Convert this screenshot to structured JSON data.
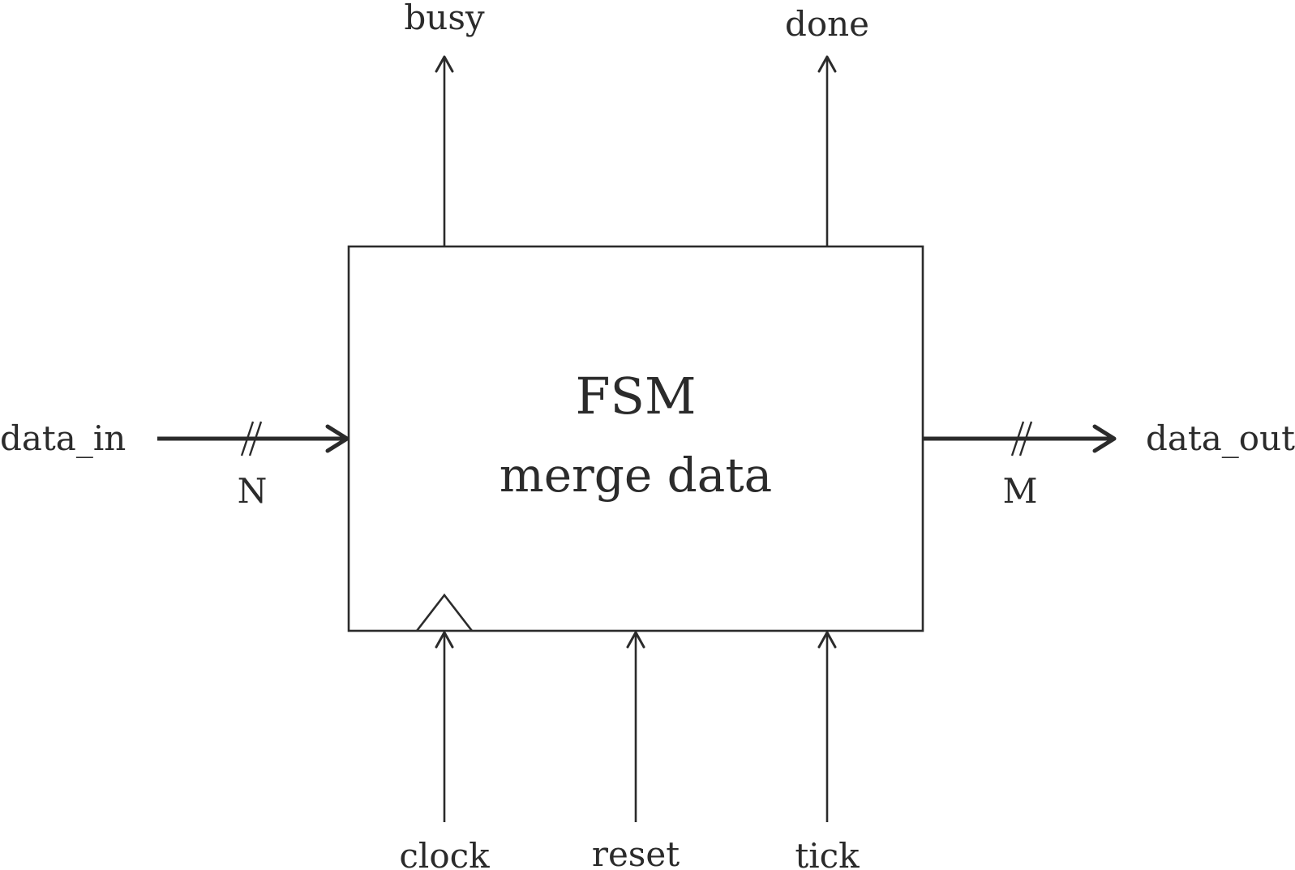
{
  "block": {
    "title": "FSM",
    "subtitle": "merge data"
  },
  "outputs_top": {
    "busy": "busy",
    "done": "done"
  },
  "inputs_bottom": {
    "clock": "clock",
    "reset": "reset",
    "tick": "tick"
  },
  "bus_in": {
    "label": "data_in",
    "width": "N"
  },
  "bus_out": {
    "label": "data_out",
    "width": "M"
  }
}
